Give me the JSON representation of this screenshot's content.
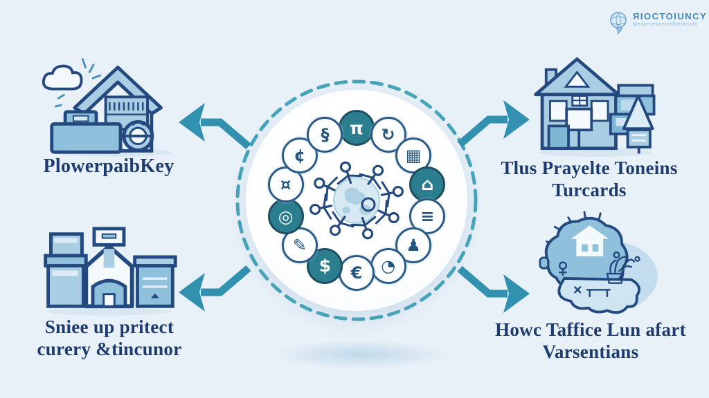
{
  "colors": {
    "background": "#e9f1f8",
    "ink": "#1d3b6d",
    "outline_navy": "#23497e",
    "fill_light_blue": "#a9cee4",
    "fill_mid_blue": "#8fc0dc",
    "accent_teal": "#3191ae",
    "dashed_ring": "#47a3b8",
    "icon_dark": "#2b7e8e",
    "logo_blue": "#4288c0"
  },
  "logo": {
    "brand": "ЯIOCTOIUNCY",
    "subtitle": "Medacheswethetherhendo",
    "icon": "globe-sketch-icon"
  },
  "quadrants": {
    "top_left": {
      "illustration": "smart-home-hub-with-cloud",
      "caption_line1": "PlowerpaibKey",
      "caption_line2": ""
    },
    "top_right": {
      "illustration": "two-story-house-with-signpost",
      "caption_line1": "Tlus Prayelte Toneins",
      "caption_line2": "Turcards"
    },
    "bottom_left": {
      "illustration": "warehouse-with-crates",
      "caption_line1": "Sniee up pritect",
      "caption_line2": "curery &tincunor"
    },
    "bottom_right": {
      "illustration": "brain-cloud-with-house",
      "caption_line1": "Howc Taffice Lun afart",
      "caption_line2": "Varsentians"
    }
  },
  "center": {
    "motif": "people-holding-hands-around-globe",
    "figure_count": 8,
    "ring_icons": [
      {
        "name": "bank-icon",
        "glyph": "π",
        "variant": "dark"
      },
      {
        "name": "refresh-icon",
        "glyph": "↻",
        "variant": "light"
      },
      {
        "name": "chart-grid-icon",
        "glyph": "▦",
        "variant": "light"
      },
      {
        "name": "house-icon",
        "glyph": "⌂",
        "variant": "dark"
      },
      {
        "name": "scales-icon",
        "glyph": "≡",
        "variant": "light"
      },
      {
        "name": "person-icon",
        "glyph": "♟",
        "variant": "light"
      },
      {
        "name": "pie-chart-icon",
        "glyph": "◔",
        "variant": "light"
      },
      {
        "name": "banknotes-icon",
        "glyph": "€",
        "variant": "light"
      },
      {
        "name": "dollar-icon",
        "glyph": "$",
        "variant": "dark"
      },
      {
        "name": "document-icon",
        "glyph": "✎",
        "variant": "light"
      },
      {
        "name": "target-icon",
        "glyph": "◎",
        "variant": "dark"
      },
      {
        "name": "currency-icon",
        "glyph": "¤",
        "variant": "light"
      },
      {
        "name": "coins-icon",
        "glyph": "¢",
        "variant": "light"
      },
      {
        "name": "swirl-icon",
        "glyph": "§",
        "variant": "light"
      }
    ]
  }
}
